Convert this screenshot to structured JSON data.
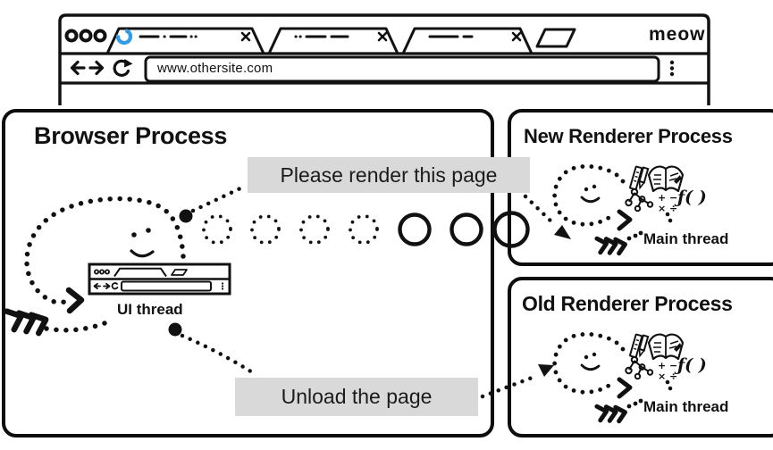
{
  "browser_window": {
    "url": "www.othersite.com",
    "brand_text": "meow",
    "tab_count": 3
  },
  "messages": {
    "render": "Please render this page",
    "unload": "Unload the page"
  },
  "processes": {
    "browser": {
      "title": "Browser Process",
      "thread": "UI thread"
    },
    "new_renderer": {
      "title": "New Renderer Process",
      "thread": "Main thread"
    },
    "old_renderer": {
      "title": "Old Renderer Process",
      "thread": "Main thread"
    }
  },
  "icons": {
    "close": "✕",
    "back": "←",
    "forward": "→",
    "reload": "↻",
    "kebab_menu": "⋮",
    "spinner": "◌",
    "math_top": "+ −",
    "math_bottom": "× ÷",
    "function": "ƒ( )"
  },
  "colors": {
    "ink": "#111111",
    "label_bg": "#d9d9d9",
    "spinner_blue": "#2f9ce8"
  }
}
